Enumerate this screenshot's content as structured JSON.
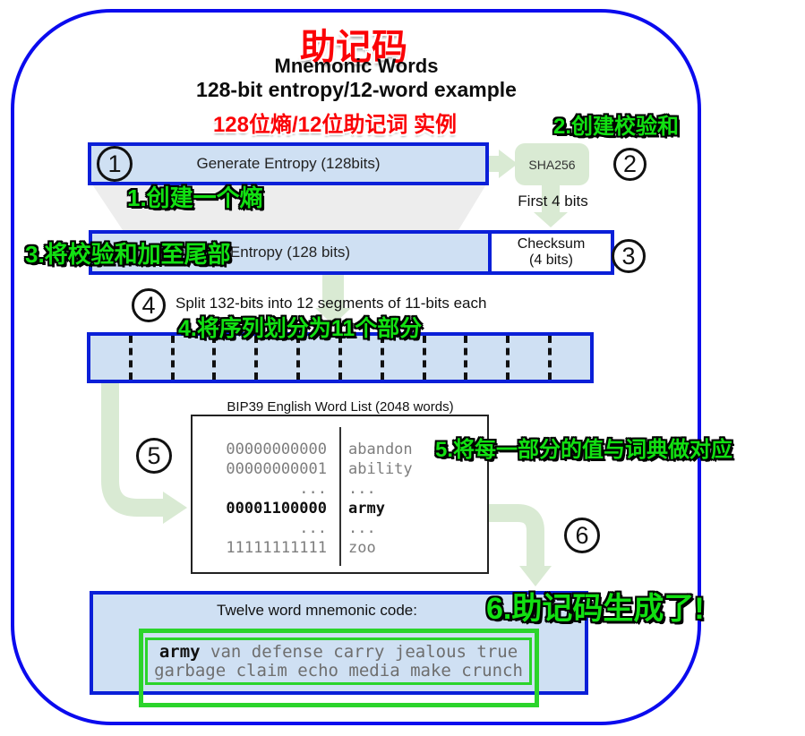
{
  "header": {
    "title_zh": "助记码",
    "title_en": "Mnemonic Words",
    "subtitle_en": "128-bit entropy/12-word example",
    "subtitle_zh": "128位熵/12位助记词 实例"
  },
  "annotations": {
    "step1": "1.创建一个熵",
    "step2": "2.创建校验和",
    "step3": "3.将校验和加至尾部",
    "step4": "4.将序列划分为11个部分",
    "step5": "5.将每一部分的值与词典做对应",
    "step6": "6.助记码生成了!"
  },
  "step_numbers": {
    "n1": "1",
    "n2": "2",
    "n3": "3",
    "n4": "4",
    "n5": "5",
    "n6": "6"
  },
  "flow": {
    "generate_entropy_label": "Generate Entropy (128bits)",
    "sha256_label": "SHA256",
    "first_4_bits_label": "First 4 bits",
    "entropy_label": "Entropy (128 bits)",
    "checksum_line1": "Checksum",
    "checksum_line2": "(4 bits)",
    "split_label": "Split 132-bits into 12 segments of 11-bits each"
  },
  "wordlist": {
    "title": "BIP39 English Word List (2048 words)",
    "rows": [
      {
        "bits": "00000000000",
        "word": "abandon"
      },
      {
        "bits": "00000000001",
        "word": "ability"
      },
      {
        "bits": "...",
        "word": "..."
      },
      {
        "bits": "00001100000",
        "word": "army"
      },
      {
        "bits": "...",
        "word": "..."
      },
      {
        "bits": "11111111111",
        "word": "zoo"
      }
    ]
  },
  "result": {
    "caption": "Twelve word mnemonic code:",
    "line1_highlight": "army",
    "line1_rest": " van defense carry jealous true",
    "line2": "garbage claim echo media make crunch"
  },
  "colors": {
    "frame_blue": "#0b0bee",
    "box_border_blue": "#0a1fd8",
    "box_fill_blue": "#cfe0f3",
    "arrow_green": "#d9ead3",
    "annotation_green": "#12e012",
    "highlight_box_green": "#2bd42b",
    "title_red": "#fb0206",
    "funnel_gray": "#ededed"
  }
}
